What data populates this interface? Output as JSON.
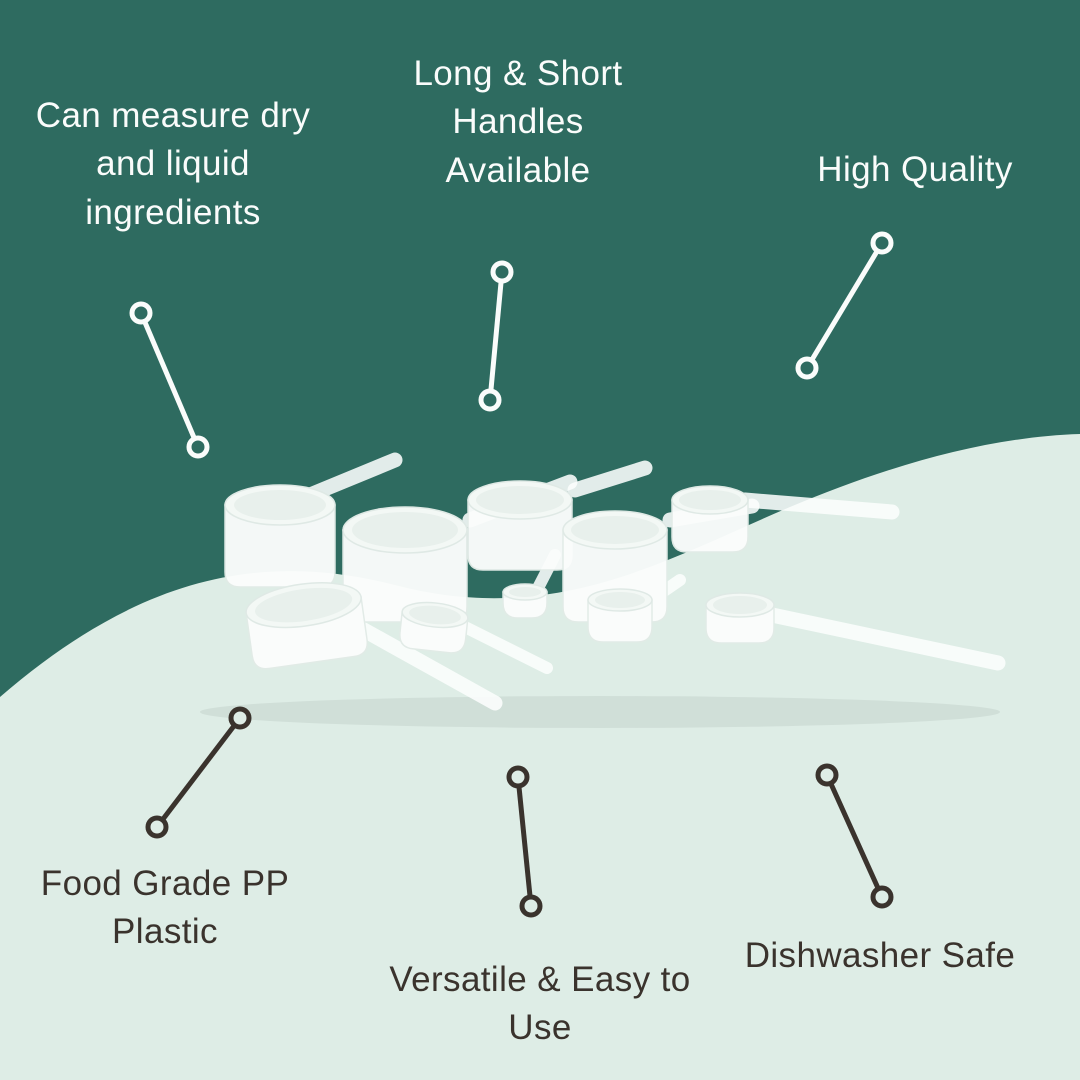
{
  "colors": {
    "background_top": "#2E6B60",
    "background_bottom": "#DEEDE6",
    "text_light": "#FAFCFB",
    "text_dark": "#3A332D"
  },
  "product": {
    "name": "measuring-scoops"
  },
  "callouts": {
    "can_measure": {
      "lines": [
        "Can measure dry",
        "and liquid",
        "ingredients"
      ]
    },
    "handles": {
      "lines": [
        "Long & Short",
        "Handles",
        "Available"
      ]
    },
    "high_quality": {
      "lines": [
        "High Quality"
      ]
    },
    "food_grade": {
      "lines": [
        "Food Grade PP",
        "Plastic"
      ]
    },
    "versatile": {
      "lines": [
        "Versatile & Easy to",
        "Use"
      ]
    },
    "dishwasher": {
      "lines": [
        "Dishwasher Safe"
      ]
    }
  }
}
